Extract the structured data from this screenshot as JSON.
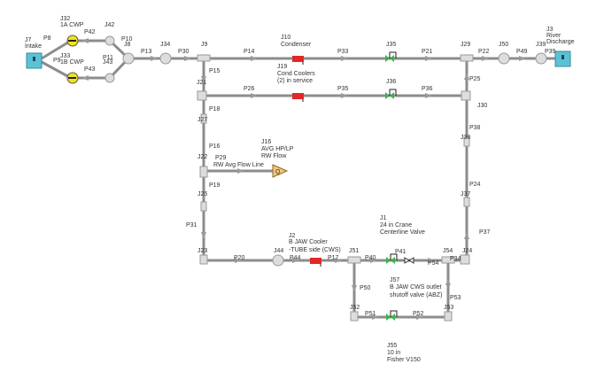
{
  "colors": {
    "pipe": "#8c8c8c",
    "tank": "#5bc2d6",
    "pump": "#f2e21c",
    "hx": "#e02828",
    "valve": "#3cb34a",
    "flow": "#f3c77a"
  },
  "nodes": {
    "J7": {
      "id": "J7",
      "name": "Intake"
    },
    "J32": {
      "id": "J32",
      "name": "1A CWP"
    },
    "J33": {
      "id": "J33",
      "name": "1B CWP"
    },
    "J42": "J42",
    "J43": "J43",
    "J8": "J8",
    "J34": "J34",
    "J9": "J9",
    "J21": "J21",
    "J27": "J27",
    "J22": "J22",
    "J25": "J25",
    "J23": "J23",
    "J44": "J44",
    "J51": "J51",
    "J52": "J52",
    "J53": "J53",
    "J54": "J54",
    "J24": "J24",
    "J37": "J37",
    "J38": "J38",
    "J30": "J30",
    "J29": "J29",
    "J50": "J50",
    "J39": "J39",
    "J35": "J35",
    "J36": "J36",
    "J10": {
      "id": "J10",
      "name": "Condenser"
    },
    "J19": {
      "id": "J19",
      "name1": "Cond Coolers",
      "name2": "(2) in service"
    },
    "J3": {
      "id": "J3",
      "name1": "River",
      "name2": "Discharge"
    },
    "J16": {
      "id": "J16",
      "name1": "AVG HP/LP",
      "name2": "RW Flow"
    },
    "J2": {
      "id": "J2",
      "name1": "B JAW Cooler",
      "name2": "-TUBE side (CWS)"
    },
    "J1": {
      "id": "J1",
      "name1": "24 in Crane",
      "name2": "Centerline Valve"
    },
    "J57": {
      "id": "J57",
      "name1": "B JAW CWS outlet",
      "name2": "shutoff valve (ABZ)"
    },
    "J55": {
      "id": "J55",
      "name1": "10 in",
      "name2": "Fisher V150"
    }
  },
  "pipes": {
    "P8": "P8",
    "P9": "P9",
    "P42": "P42",
    "P43": "P43",
    "P10": "P10",
    "P11": "P11",
    "P13": "P13",
    "P30": "P30",
    "P14": "P14",
    "P33": "P33",
    "P21": "P21",
    "P22": "P22",
    "P49": "P49",
    "P39": "P39",
    "P15": "P15",
    "P26": "P26",
    "P35": "P35",
    "P36": "P36",
    "P25": "P25",
    "P18": "P18",
    "P16": "P16",
    "P29": "P29",
    "P29name": "RW Avg Flow Line",
    "P19": "P19",
    "P31": "P31",
    "P20": "P20",
    "P44": "P44",
    "P17": "P17",
    "P40": "P40",
    "P41": "P41",
    "P54": "P54",
    "P34": "P34",
    "P50": "P50",
    "P51": "P51",
    "P52": "P52",
    "P53": "P53",
    "P37": "P37",
    "P24": "P24",
    "P38": "P38"
  }
}
